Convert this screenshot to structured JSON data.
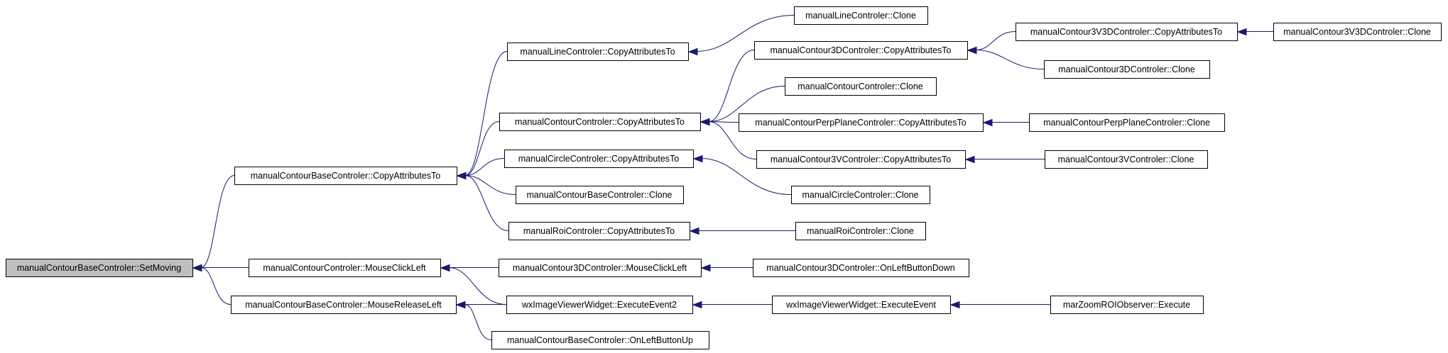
{
  "nodes": [
    {
      "id": "root",
      "label": "manualContourBaseControler::SetMoving",
      "root": true
    },
    {
      "id": "cbc_copy",
      "label": "manualContourBaseControler::CopyAttributesTo"
    },
    {
      "id": "cc_mouseclick",
      "label": "manualContourControler::MouseClickLeft"
    },
    {
      "id": "cbc_release",
      "label": "manualContourBaseControler::MouseReleaseLeft"
    },
    {
      "id": "lc_copy",
      "label": "manualLineControler::CopyAttributesTo"
    },
    {
      "id": "cc_copy",
      "label": "manualContourControler::CopyAttributesTo"
    },
    {
      "id": "circ_copy",
      "label": "manualCircleControler::CopyAttributesTo"
    },
    {
      "id": "cbc_clone",
      "label": "manualContourBaseControler::Clone"
    },
    {
      "id": "roi_copy",
      "label": "manualRoiControler::CopyAttributesTo"
    },
    {
      "id": "c3d_mouse",
      "label": "manualContour3DControler::MouseClickLeft"
    },
    {
      "id": "wx_exec2",
      "label": "wxImageViewerWidget::ExecuteEvent2"
    },
    {
      "id": "cbc_onup",
      "label": "manualContourBaseControler::OnLeftButtonUp"
    },
    {
      "id": "lc_clone",
      "label": "manualLineControler::Clone"
    },
    {
      "id": "c3d_copy",
      "label": "manualContour3DControler::CopyAttributesTo"
    },
    {
      "id": "cc_clone",
      "label": "manualContourControler::Clone"
    },
    {
      "id": "pp_copy",
      "label": "manualContourPerpPlaneControler::CopyAttributesTo"
    },
    {
      "id": "c3v_copy",
      "label": "manualContour3VControler::CopyAttributesTo"
    },
    {
      "id": "circ_clone",
      "label": "manualCircleControler::Clone"
    },
    {
      "id": "roi_clone",
      "label": "manualRoiControler::Clone"
    },
    {
      "id": "c3d_ondown",
      "label": "manualContour3DControler::OnLeftButtonDown"
    },
    {
      "id": "wx_exec",
      "label": "wxImageViewerWidget::ExecuteEvent"
    },
    {
      "id": "c3v3d_copy",
      "label": "manualContour3V3DControler::CopyAttributesTo"
    },
    {
      "id": "c3d_clone",
      "label": "manualContour3DControler::Clone"
    },
    {
      "id": "pp_clone",
      "label": "manualContourPerpPlaneControler::Clone"
    },
    {
      "id": "c3v_clone",
      "label": "manualContour3VControler::Clone"
    },
    {
      "id": "marzoom_exec",
      "label": "marZoomROIObserver::Execute"
    },
    {
      "id": "c3v3d_clone",
      "label": "manualContour3V3DControler::Clone"
    }
  ],
  "edges": [
    {
      "from": "cbc_copy",
      "to": "root"
    },
    {
      "from": "cc_mouseclick",
      "to": "root"
    },
    {
      "from": "cbc_release",
      "to": "root"
    },
    {
      "from": "lc_copy",
      "to": "cbc_copy"
    },
    {
      "from": "cc_copy",
      "to": "cbc_copy"
    },
    {
      "from": "circ_copy",
      "to": "cbc_copy"
    },
    {
      "from": "cbc_clone",
      "to": "cbc_copy"
    },
    {
      "from": "roi_copy",
      "to": "cbc_copy"
    },
    {
      "from": "c3d_mouse",
      "to": "cc_mouseclick"
    },
    {
      "from": "wx_exec2",
      "to": "cc_mouseclick"
    },
    {
      "from": "wx_exec2",
      "to": "cbc_release"
    },
    {
      "from": "cbc_onup",
      "to": "cbc_release"
    },
    {
      "from": "lc_clone",
      "to": "lc_copy"
    },
    {
      "from": "c3d_copy",
      "to": "cc_copy"
    },
    {
      "from": "cc_clone",
      "to": "cc_copy"
    },
    {
      "from": "pp_copy",
      "to": "cc_copy"
    },
    {
      "from": "c3v_copy",
      "to": "cc_copy"
    },
    {
      "from": "circ_clone",
      "to": "circ_copy"
    },
    {
      "from": "roi_clone",
      "to": "roi_copy"
    },
    {
      "from": "c3d_ondown",
      "to": "c3d_mouse"
    },
    {
      "from": "wx_exec",
      "to": "wx_exec2"
    },
    {
      "from": "c3v3d_copy",
      "to": "c3d_copy"
    },
    {
      "from": "c3d_clone",
      "to": "c3d_copy"
    },
    {
      "from": "pp_clone",
      "to": "pp_copy"
    },
    {
      "from": "c3v_clone",
      "to": "c3v_copy"
    },
    {
      "from": "marzoom_exec",
      "to": "wx_exec"
    },
    {
      "from": "c3v3d_clone",
      "to": "c3v3d_copy"
    }
  ],
  "colors": {
    "edge": "#191970",
    "root_fill": "#bfbfbf",
    "node_fill": "#ffffff",
    "border": "#000000"
  }
}
